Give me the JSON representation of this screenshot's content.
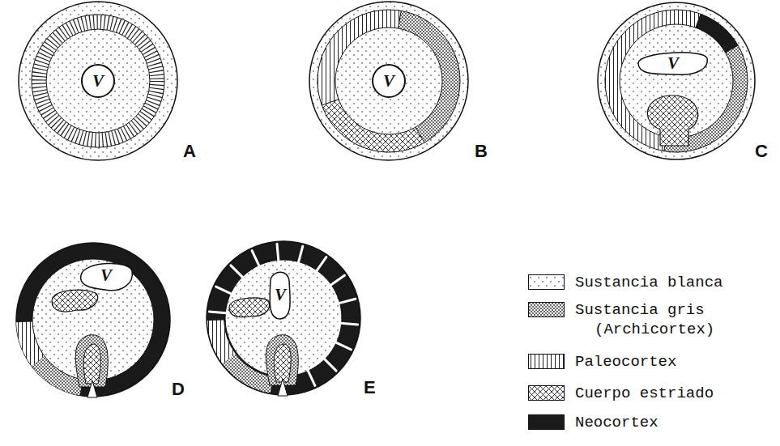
{
  "diagram": {
    "labels": [
      "V",
      "A",
      "V",
      "B",
      "V",
      "C",
      "V",
      "D",
      "V",
      "E"
    ],
    "legend": [
      {
        "text": "Sustancia blanca"
      },
      {
        "text": "Sustancia gris (Archicortex)"
      },
      {
        "text": "Paleocortex"
      },
      {
        "text": "Cuerpo estriado"
      },
      {
        "text": "Neocortex",
        "color": "#1a1a1a"
      }
    ]
  }
}
